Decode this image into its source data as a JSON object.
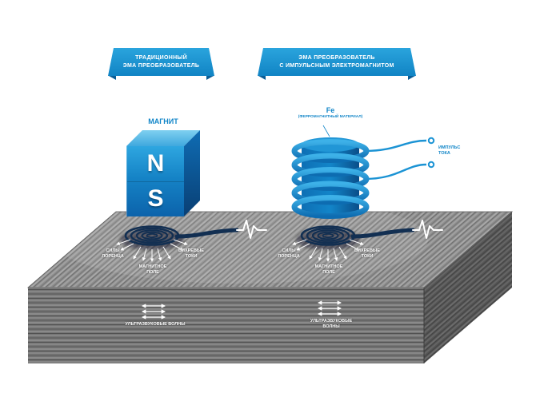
{
  "banner_left": {
    "line1": "ТРАДИЦИОННЫЙ",
    "line2": "ЭМА ПРЕОБРАЗОВАТЕЛЬ"
  },
  "banner_right": {
    "line1": "ЭМА ПРЕОБРАЗОВАТЕЛЬ",
    "line2": "С ИМПУЛЬСНЫМ ЭЛЕКТРОМАГНИТОМ"
  },
  "magnet": {
    "title": "МАГНИТ",
    "north": "N",
    "south": "S"
  },
  "electromagnet": {
    "core": "Fe",
    "core_note": "(ФЕРРОМАГНИТНЫЙ МАТЕРИАЛ)",
    "pulse_line1": "ИМПУЛЬС",
    "pulse_line2": "ТОКА"
  },
  "surface_labels": {
    "lorentz_line1": "СИЛЫ",
    "lorentz_line2": "ЛОРЕНЦА",
    "field_line1": "МАГНИТНОЕ",
    "field_line2": "ПОЛЕ",
    "eddy_line1": "ВИХРЕВЫЕ",
    "eddy_line2": "ТОКИ"
  },
  "waves": {
    "label": "УЛЬТРАЗВУКОВЫЕ ВОЛНЫ",
    "line1": "УЛЬТРАЗВУКОВЫЕ",
    "line2": "ВОЛНЫ"
  },
  "colors": {
    "accent_blue": "#1b96d4",
    "label_blue": "#1286c8",
    "navy": "#122f52",
    "steel_gray": "#7d7d7d"
  }
}
